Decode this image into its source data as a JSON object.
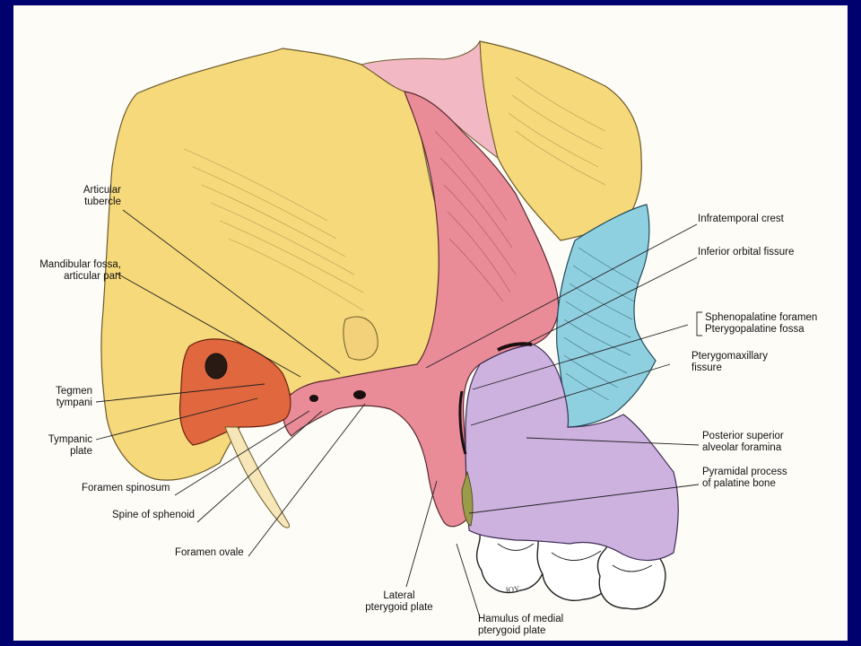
{
  "colors": {
    "background_border": "#00006e",
    "parietal_yellow": "#f6d97a",
    "sphenoid_pink": "#ea8b98",
    "maxilla_blue": "#8fd0e0",
    "palatine_lavender": "#cdb2e0",
    "temporal_orange": "#e0673e",
    "hamulus_green": "#9a9c4a"
  },
  "labels": {
    "articular_tubercle": [
      "Articular",
      "tubercle"
    ],
    "mandibular_fossa": [
      "Mandibular fossa,",
      "articular part"
    ],
    "tegmen_tympani": [
      "Tegmen",
      "tympani"
    ],
    "tympanic_plate": [
      "Tympanic",
      "plate"
    ],
    "foramen_spinosum": "Foramen spinosum",
    "spine_of_sphenoid": "Spine of sphenoid",
    "foramen_ovale": "Foramen ovale",
    "lateral_pterygoid_plate": [
      "Lateral",
      "pterygoid plate"
    ],
    "hamulus": [
      "Hamulus of medial",
      "pterygoid plate"
    ],
    "infratemporal_crest": "Infratemporal crest",
    "inferior_orbital_fissure": "Inferior orbital fissure",
    "sphenopalatine_foramen": "Sphenopalatine foramen",
    "pterygopalatine_fossa": "Pterygopalatine fossa",
    "pterygomaxillary_fissure": [
      "Pterygomaxillary",
      "fissure"
    ],
    "posterior_superior_alveolar": [
      "Posterior superior",
      "alveolar foramina"
    ],
    "pyramidal_process": [
      "Pyramidal process",
      "of palatine bone"
    ]
  },
  "signature": "JOY"
}
